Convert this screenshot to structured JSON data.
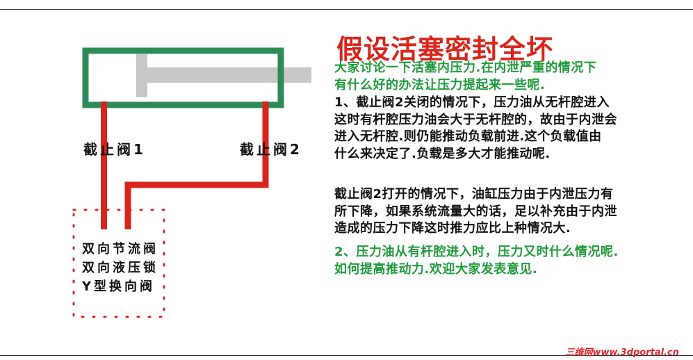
{
  "title": "假设活塞密封全坏",
  "labels": {
    "valve1": "截止阀1",
    "valve2": "截止阀2"
  },
  "valve_list": [
    "双向节流阀",
    "双向液压锁",
    "Y型换向阀"
  ],
  "paragraphs": {
    "question_intro": [
      "大家讨论一下活塞内压力.在内泄严重的情况下",
      "有什么好的办法让压力提起来一些呢."
    ],
    "case1": [
      "1、截止阀2关闭的情况下，压力油从无杆腔进入",
      "这时有杆腔压力油会大于无杆腔的，故由于内泄会",
      "进入无杆腔.则仍能推动负载前进.这个负载值由",
      "什么来决定了.负载是多大才能推动呢."
    ],
    "case1b": [
      "截止阀2打开的情况下，油缸压力由于内泄压力有",
      "所下降，如果系统流量大的话，足以补充由于内泄",
      "造成的压力下降这时推力应比上种情况大."
    ],
    "case2": [
      "2、压力油从有杆腔进入时，压力又时什么情况呢.",
      "如何提高推动力.欢迎大家发表意见."
    ]
  },
  "watermark": "三维网www.3dportal.cn",
  "colors": {
    "cylinder": "#2e8b57",
    "piston": "#c8c8c8",
    "pipe": "#d9241c",
    "title": "#d9241c",
    "green_text": "#1f9a3a",
    "valve_box_dots": "#d9241c"
  }
}
